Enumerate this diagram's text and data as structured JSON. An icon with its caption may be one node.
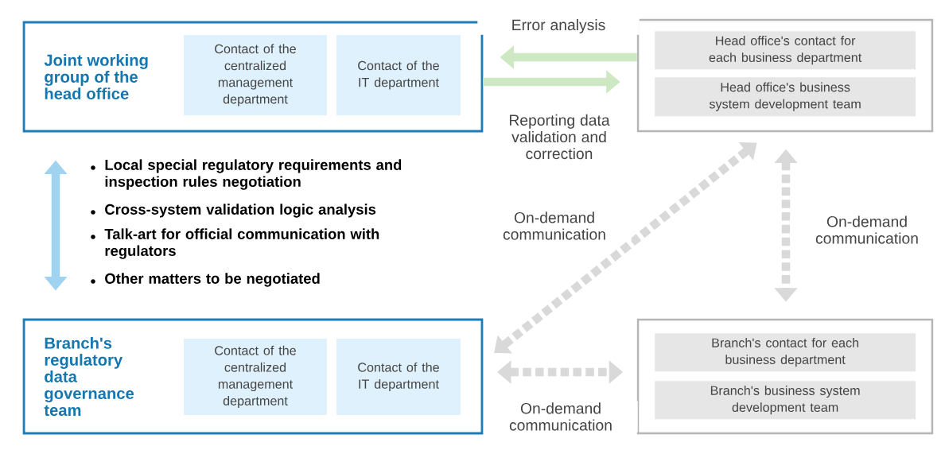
{
  "diagram": {
    "nodes": [
      {
        "text": [
          "Joint working group of the head office"
        ]
      },
      {
        "text": [
          "Contact of the centralized management department"
        ],
        "in": 0
      },
      {
        "text": [
          "Contact of the IT department"
        ],
        "in": 0
      },
      {
        "text": [],
        "shape": "box"
      },
      {
        "text": [
          "Head office's contact for each business department"
        ],
        "in": 3
      },
      {
        "text": [
          "Head office's business system development team"
        ],
        "in": 3
      },
      {
        "text": [
          "Branch's regulatory data governance team"
        ]
      },
      {
        "text": [
          "Contact of the centralized management department"
        ],
        "in": 6
      },
      {
        "text": [
          "Contact of the IT department"
        ],
        "in": 6
      },
      {
        "text": [],
        "shape": "box"
      },
      {
        "text": [
          "Branch's contact for each business department"
        ],
        "in": 9
      },
      {
        "text": [
          "Branch's business system development team"
        ],
        "in": 9
      }
    ],
    "edges": [
      {
        "from": 3,
        "to": 0,
        "arrow": "to",
        "label": "Error analysis",
        "color": "#cde8c3"
      },
      {
        "from": 0,
        "to": 3,
        "arrow": "to",
        "label": "Reporting data validation and correction",
        "color": "#cde8c3"
      },
      {
        "from": 0,
        "to": 6,
        "arrow": "both",
        "color": "#9fd3f0"
      },
      {
        "from": 3,
        "to": 6,
        "arrow": "both",
        "label": "On-demand communication",
        "style": "dashed"
      },
      {
        "from": 3,
        "to": 9,
        "arrow": "both",
        "label": "On-demand communication",
        "style": "dashed"
      },
      {
        "from": 6,
        "to": 9,
        "arrow": "both",
        "label": "On-demand communication",
        "style": "dashed"
      }
    ],
    "labels": [
      "Local special regulatory requirements and inspection rules negotiation",
      "Cross-system validation logic analysis",
      "Talk-art for official communication with regulators",
      "Other matters to be negotiated"
    ]
  }
}
